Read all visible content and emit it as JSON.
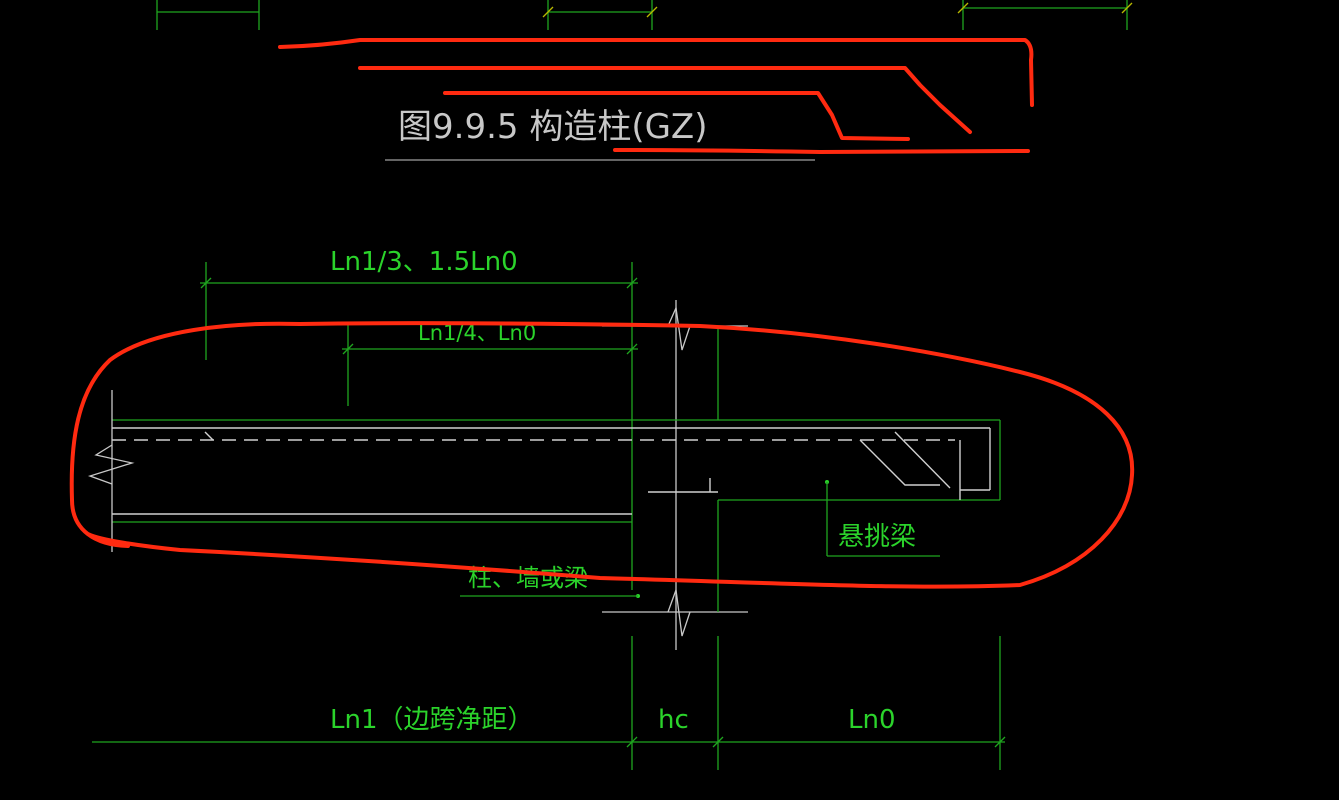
{
  "figure_caption": "图9.9.5 构造柱(GZ)",
  "dimensions": {
    "top_long": "Ln1/3、1.5Ln0",
    "top_short": "Ln1/4、Ln0",
    "bottom_left": "Ln1（边跨净距）",
    "bottom_mid": "hc",
    "bottom_right": "Ln0"
  },
  "labels": {
    "cantilever": "悬挑梁",
    "support": "柱、墙或梁"
  },
  "colors": {
    "background": "#000000",
    "dimension": "#1fa51f",
    "text": "#2bd32b",
    "geometry": "#c8c8c8",
    "annotation": "#ff2a10"
  }
}
